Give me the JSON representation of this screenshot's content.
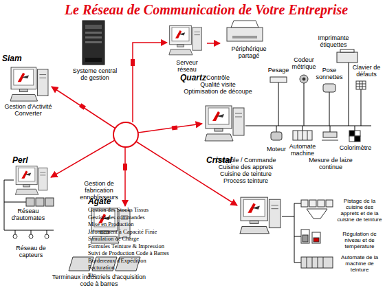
{
  "diagram": {
    "title": "Le Réseau de Communication de Votre Entreprise",
    "nodes": [
      {
        "text": [
          "Siam",
          "Gestion d'Activité Converter"
        ]
      },
      {
        "text": [
          "Systeme central de gestion"
        ]
      },
      {
        "text": [
          "Serveur réseau"
        ]
      },
      {
        "text": [
          "Périphérique partagé"
        ]
      },
      {
        "text": [
          "Contrôle",
          "Qualité visite",
          "Optimisation de découpe",
          "Quartz"
        ]
      },
      {
        "text": [
          "Perl"
        ]
      },
      {
        "text": [
          "Contrôle / Commande",
          "Cuisine des apprets",
          "Cuisine de teinture",
          "Process teinture",
          "Cristal"
        ]
      },
      {
        "text": [
          "Agate",
          "Gestion des Stocks Tissus",
          "Gestion des commandes",
          "Mise en Production",
          "Jalonnement à Capacité Finie",
          "Simulation de Charge",
          "Formules Teinture & Impression",
          "Suivi de Production Code à Barres",
          "Bordereaux d'Expédition",
          "Facturation",
          "Etc."
        ]
      }
    ],
    "edges": [
      {
        "from": 2,
        "to": 3,
        "arrow": "to"
      }
    ],
    "labels": [
      "Pesage",
      "Codeur métrique",
      "Pose sonnettes",
      "Imprimante étiquettes",
      "Clavier de défauts",
      "Moteur",
      "Automate machine",
      "Mesure de laize continue",
      "Colorimètre",
      "Réseau d'automates",
      "Réseau de capteurs",
      "Gestion de fabrication ennoblisseurs",
      "Terminaux industriels d'acquisition code à barres",
      "Pistage de la cuisine des apprets et de la cuisine de teinture",
      "Régulation de niveau et de température",
      "Automate de la machine de teinture"
    ]
  }
}
